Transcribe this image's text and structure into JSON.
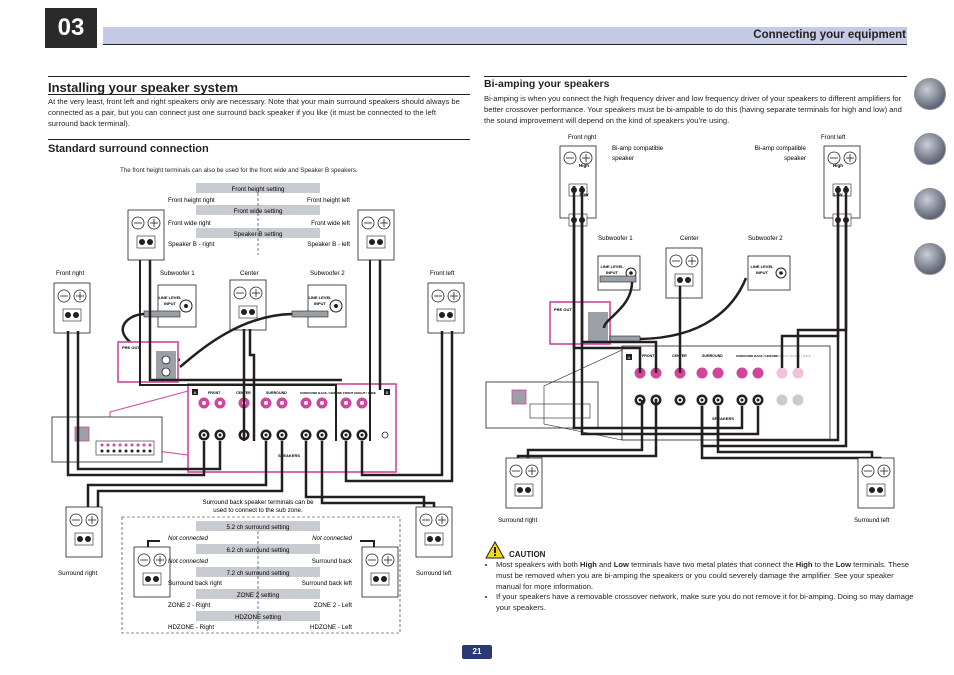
{
  "header": {
    "chapter": "03",
    "title": "Connecting your equipment"
  },
  "left": {
    "title": "Installing your speaker system",
    "intro": "At the very least, front left and right speakers only are necessary. Note that your main surround speakers should always be connected as a pair, but you can connect just one surround back speaker if you like (it must be connected to the left surround back terminal).",
    "subtitle": "Standard surround connection",
    "diagram": {
      "note": "The front height terminals can also be used for the front wide and Speaker B speakers.",
      "settings_top": [
        {
          "bar": "Front height setting",
          "l": "Front height right",
          "r": "Front height left"
        },
        {
          "bar": "Front wide setting",
          "l": "Front wide right",
          "r": "Front wide left"
        },
        {
          "bar": "Speaker B setting",
          "l": "Speaker B - right",
          "r": "Speaker B - left"
        }
      ],
      "labels": {
        "front_right": "Front right",
        "sub1": "Subwoofer 1",
        "center": "Center",
        "sub2": "Subwoofer 2",
        "front_left": "Front left",
        "surround_right": "Surround right",
        "surround_left": "Surround left",
        "line_level": "LINE LEVEL",
        "input": "INPUT",
        "pre_out": "PRE OUT",
        "speakers": "SPEAKERS",
        "front": "FRONT",
        "centre": "CENTER",
        "surround": "SURROUND",
        "surround_back": "SURROUND BACK / HDZONE",
        "front_height": "FRONT HEIGHT / WIDE",
        "a": "A",
        "b": "B",
        "r": "R",
        "l": "L",
        "l_single": "L(Single)"
      },
      "sb_note": "Surround back speaker terminals can be used to connect to the sub zone.",
      "settings_bottom": [
        {
          "bar": "5.2 ch surround setting",
          "l": "Not connected",
          "r": "Not connected"
        },
        {
          "bar": "6.2 ch surround setting",
          "l": "Not connected",
          "r": "Surround back"
        },
        {
          "bar": "7.2 ch surround setting",
          "l": "Surround back right",
          "r": "Surround back left"
        },
        {
          "bar": "ZONE 2 setting",
          "l": "ZONE 2 - Right",
          "r": "ZONE 2 - Left"
        },
        {
          "bar": "HDZONE setting",
          "l": "HDZONE - Right",
          "r": "HDZONE - Left"
        }
      ]
    }
  },
  "right": {
    "title": "Bi-amping your speakers",
    "intro": "Bi-amping is when you connect the high frequency driver and low frequency driver of your speakers to different amplifiers for better crossover performance. Your speakers must be bi-ampable to do this (having separate terminals for high and low) and the sound improvement will depend on the kind of speakers you’re using.",
    "diagram": {
      "front_right": "Front right",
      "front_left": "Front left",
      "biamp_right": "Bi-amp compatible speaker",
      "biamp_left": "Bi-amp compatible speaker",
      "high": "High",
      "low": "Low",
      "sub1": "Subwoofer 1",
      "center": "Center",
      "sub2": "Subwoofer 2",
      "surround_right": "Surround right",
      "surround_left": "Surround left"
    },
    "caution": {
      "title": "CAUTION",
      "b1": "Most speakers with both High and Low terminals have two metal plates that connect the High to the Low terminals. These must be removed when you are bi-amping the speakers or you could severely damage the amplifier. See your speaker manual for more information.",
      "b2": "If your speakers have a removable crossover network, make sure you do not remove it for bi-amping. Doing so may damage your speakers."
    }
  },
  "nav": [
    "book-icon",
    "connect-icon",
    "settings-help-icon",
    "remote-icon"
  ],
  "page_number": "21"
}
